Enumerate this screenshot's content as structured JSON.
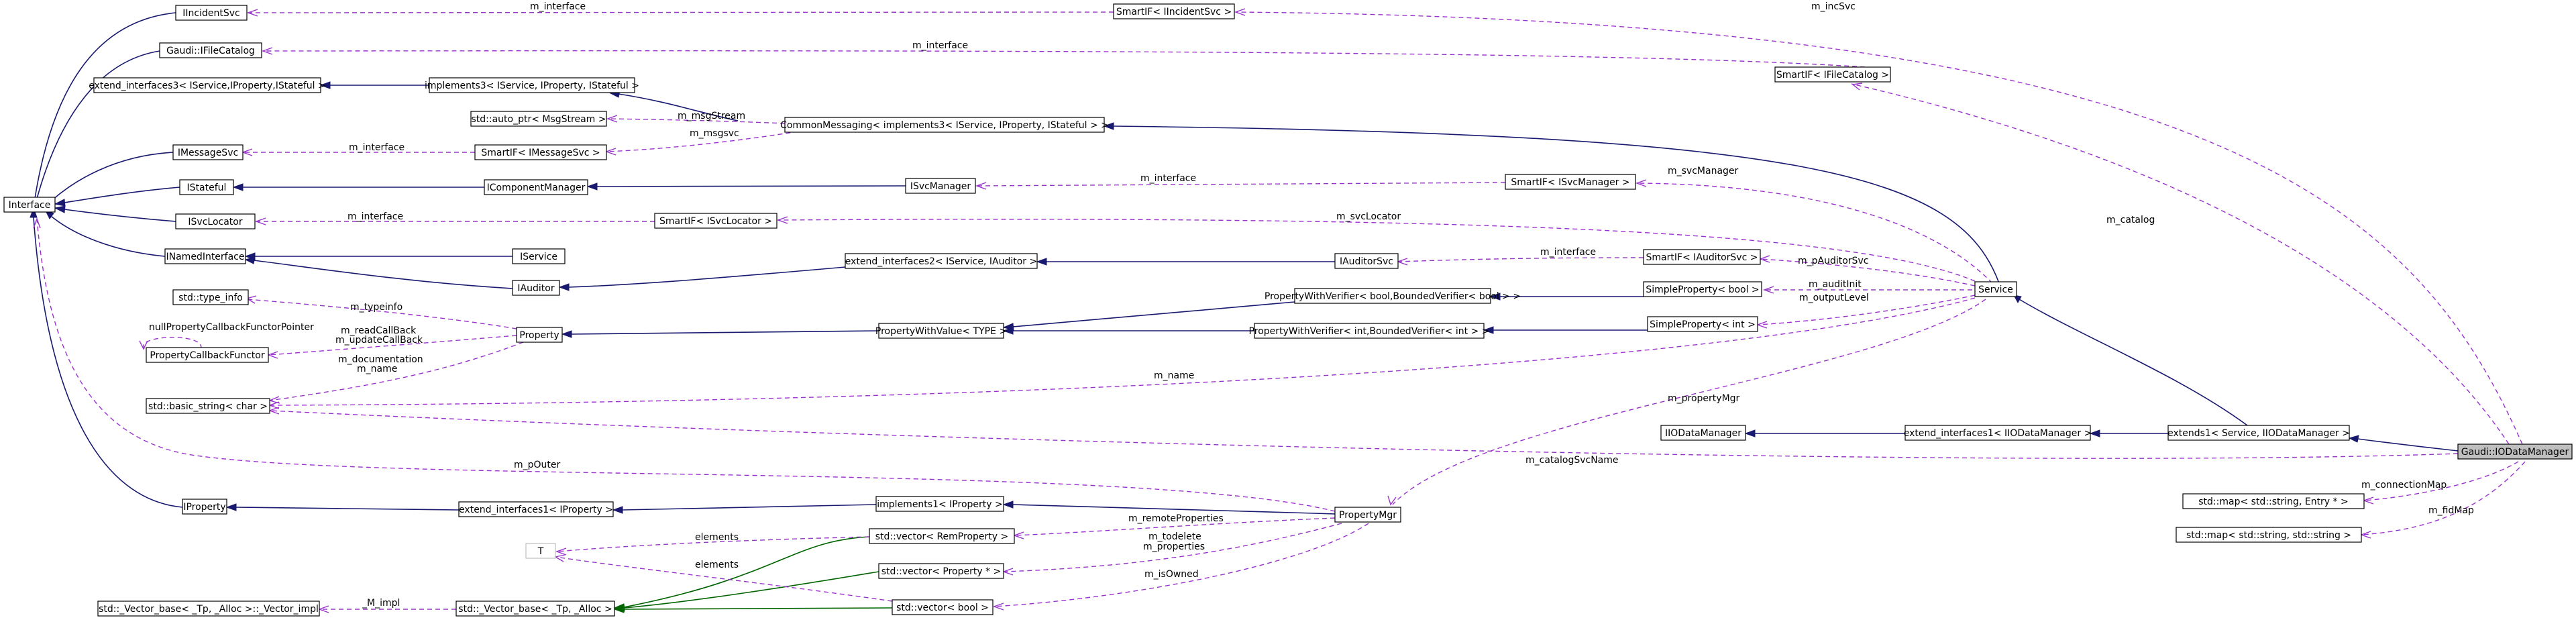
{
  "nodes": {
    "iincidentsvc": "IIncidentSvc",
    "smartif_iincidentsvc": "SmartIF< IIncidentSvc >",
    "gaudi_ifilecatalog": "Gaudi::IFileCatalog",
    "smartif_ifilecatalog": "SmartIF< IFileCatalog >",
    "extend_interfaces3": "extend_interfaces3< IService,IProperty,IStateful >",
    "implements3": "implements3< IService, IProperty, IStateful >",
    "auto_ptr_msgstream": "std::auto_ptr< MsgStream >",
    "commonmessaging": "CommonMessaging< implements3< IService, IProperty, IStateful > >",
    "imessagesvc": "IMessageSvc",
    "smartif_imessagesvc": "SmartIF< IMessageSvc >",
    "interface": "Interface",
    "istateful": "IStateful",
    "icomponentmanager": "IComponentManager",
    "isvcmanager": "ISvcManager",
    "smartif_isvcmanager": "SmartIF< ISvcManager >",
    "isvclocator": "ISvcLocator",
    "smartif_isvclocator": "SmartIF< ISvcLocator >",
    "inamedinterface": "INamedInterface",
    "iservice": "IService",
    "extend_interfaces2": "extend_interfaces2< IService, IAuditor >",
    "iauditorsvc": "IAuditorSvc",
    "smartif_iauditorsvc": "SmartIF< IAuditorSvc >",
    "iauditor": "IAuditor",
    "type_info": "std::type_info",
    "pwv_bool": "PropertyWithVerifier< bool,BoundedVerifier< bool > >",
    "simpleproperty_bool": "SimpleProperty< bool >",
    "service": "Service",
    "property": "Property",
    "propertycallbackfunctor": "PropertyCallbackFunctor",
    "propertywithvalue": "PropertyWithValue< TYPE >",
    "pwv_int": "PropertyWithVerifier< int,BoundedVerifier< int > >",
    "simpleproperty_int": "SimpleProperty< int >",
    "basic_string": "std::basic_string< char >",
    "iodatamanager": "IIODataManager",
    "extend_interfaces1_iodm": "extend_interfaces1< IIODataManager >",
    "extends1": "extends1< Service, IIODataManager >",
    "gaudi_iodatamanager": "Gaudi::IODataManager",
    "map_entry": "std::map< std::string, Entry * >",
    "map_string": "std::map< std::string, std::string >",
    "iproperty": "IProperty",
    "extend_interfaces1_iprop": "extend_interfaces1< IProperty >",
    "implements1": "implements1< IProperty >",
    "propertymgr": "PropertyMgr",
    "T": "T",
    "vector_remprop": "std::vector< RemProperty >",
    "vector_propptr": "std::vector< Property * >",
    "vector_bool": "std::vector< bool >",
    "vector_base_impl": "std::_Vector_base< _Tp, _Alloc >::_Vector_impl",
    "vector_base": "std::_Vector_base< _Tp, _Alloc >"
  },
  "edge_labels": {
    "m_interface": "m_interface",
    "m_incSvc": "m_incSvc",
    "m_catalog": "m_catalog",
    "m_msgStream": "m_msgStream",
    "m_msgsvc": "m_msgsvc",
    "m_svcManager": "m_svcManager",
    "m_svcLocator": "m_svcLocator",
    "m_pAuditorSvc": "m_pAuditorSvc",
    "m_auditInit": "m_auditInit",
    "m_outputLevel": "m_outputLevel",
    "m_typeinfo": "m_typeinfo",
    "nullPropertyCallbackFunctorPointer": "nullPropertyCallbackFunctorPointer",
    "m_readCallBack": "m_readCallBack",
    "m_updateCallBack": "m_updateCallBack",
    "m_documentation": "m_documentation",
    "m_name": "m_name",
    "m_propertyMgr": "m_propertyMgr",
    "m_catalogSvcName": "m_catalogSvcName",
    "m_pOuter": "m_pOuter",
    "m_connectionMap": "m_connectionMap",
    "m_fidMap": "m_fidMap",
    "m_remoteProperties": "m_remoteProperties",
    "m_todelete": "m_todelete",
    "m_properties": "m_properties",
    "m_isOwned": "m_isOwned",
    "elements": "elements",
    "M_impl": "_M_impl"
  },
  "colors": {
    "inheritance": "#191970",
    "usage": "#9a32cd",
    "template": "#006400",
    "highlight_fill": "#bfbfbf"
  }
}
